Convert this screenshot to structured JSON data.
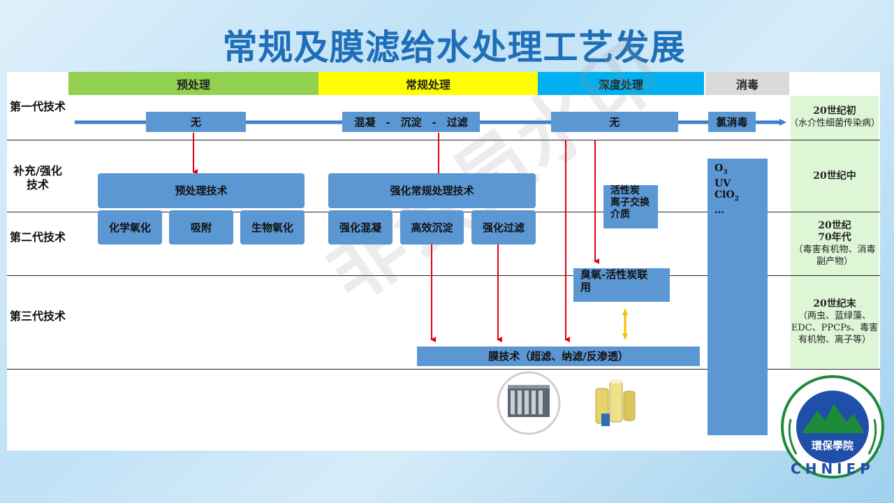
{
  "title": "常规及膜滤给水处理工艺发展",
  "headers": {
    "pre": "预处理",
    "conv": "常规处理",
    "deep": "深度处理",
    "disinfect": "消毒"
  },
  "rows": {
    "gen1": "第一代技术",
    "supp_line1": "补充/强化",
    "supp_line2": "技术",
    "gen2": "第二代技术",
    "gen3": "第三代技术"
  },
  "gen1_boxes": {
    "pre": "无",
    "conv": "混凝　-　沉淀　-　过滤",
    "deep": "无",
    "disinfect": "氯消毒"
  },
  "supp_boxes": {
    "pre": "预处理技术",
    "conv": "强化常规处理技术"
  },
  "gen2_boxes": {
    "chem_ox": "化学氧化",
    "adsorb": "吸附",
    "bio_ox": "生物氧化",
    "enh_coag": "强化混凝",
    "hi_settle": "高效沉淀",
    "enh_filter": "强化过滤"
  },
  "deep_box": {
    "line1": "活性炭",
    "line2": "离子交换",
    "line3": "介质"
  },
  "ozone_box": {
    "line1": "臭氧-活性炭联",
    "line2": "用"
  },
  "membrane": "膜技术（超滤、纳滤/反渗透）",
  "disinfect_list": {
    "o3": "O",
    "o3_sub": "3",
    "uv": "UV",
    "clo2": "ClO",
    "clo2_sub": "2",
    "more": "…"
  },
  "eras": {
    "early": {
      "main": "20世纪初",
      "note": "（水介性细菌传染病）"
    },
    "mid": {
      "main": "20世纪中"
    },
    "seventies": {
      "main1": "20世纪",
      "main2": "70年代",
      "note1": "（毒害有机物、消毒",
      "note2": "副产物）"
    },
    "late": {
      "main": "20世纪末",
      "note1": "（两虫、蓝绿藻、",
      "note2": "EDC、PPCPs、毒害",
      "note3": "有机物、离子等）"
    }
  },
  "watermark": "非会员水印",
  "logo": {
    "name": "環保學院",
    "letters": "CHNIEP"
  },
  "colors": {
    "pre": "#92d050",
    "conv": "#ffff00",
    "deep": "#00b0f0",
    "disinfect": "#d9d9d9",
    "box": "#5a97d3",
    "arrow": "#e60012",
    "timeline": "#3f7fcf"
  }
}
